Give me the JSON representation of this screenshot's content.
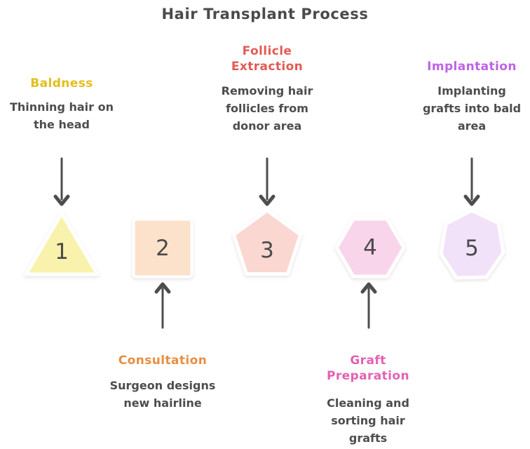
{
  "title": "Hair Transplant Process",
  "theme": {
    "background": "#ffffff",
    "text_color": "#4d4d4d",
    "title_color": "#4a4a4a",
    "arrow_color": "#4d4d4d",
    "shape_border_color": "#ffffff"
  },
  "steps": [
    {
      "number": "1",
      "label": "Baldness",
      "label_color": "#e3be1c",
      "description": "Thinning hair on\nthe head",
      "shape": "triangle",
      "shape_fill": "#f8f2ac",
      "label_position": "top"
    },
    {
      "number": "2",
      "label": "Consultation",
      "label_color": "#e78e42",
      "description": "Surgeon designs\nnew hairline",
      "shape": "square",
      "shape_fill": "#fce2ca",
      "label_position": "bottom"
    },
    {
      "number": "3",
      "label": "Follicle\nExtraction",
      "label_color": "#e25b54",
      "description": "Removing hair\nfollicles from\ndonor area",
      "shape": "pentagon",
      "shape_fill": "#fbd7d1",
      "label_position": "top"
    },
    {
      "number": "4",
      "label": "Graft\nPreparation",
      "label_color": "#e361b4",
      "description": "Cleaning and\nsorting hair\ngrafts",
      "shape": "hexagon",
      "shape_fill": "#f9d5eb",
      "label_position": "bottom"
    },
    {
      "number": "5",
      "label": "Implantation",
      "label_color": "#bf63e8",
      "description": "Implanting\ngrafts into bald\narea",
      "shape": "heptagon",
      "shape_fill": "#f1e2f9",
      "label_position": "top"
    }
  ]
}
